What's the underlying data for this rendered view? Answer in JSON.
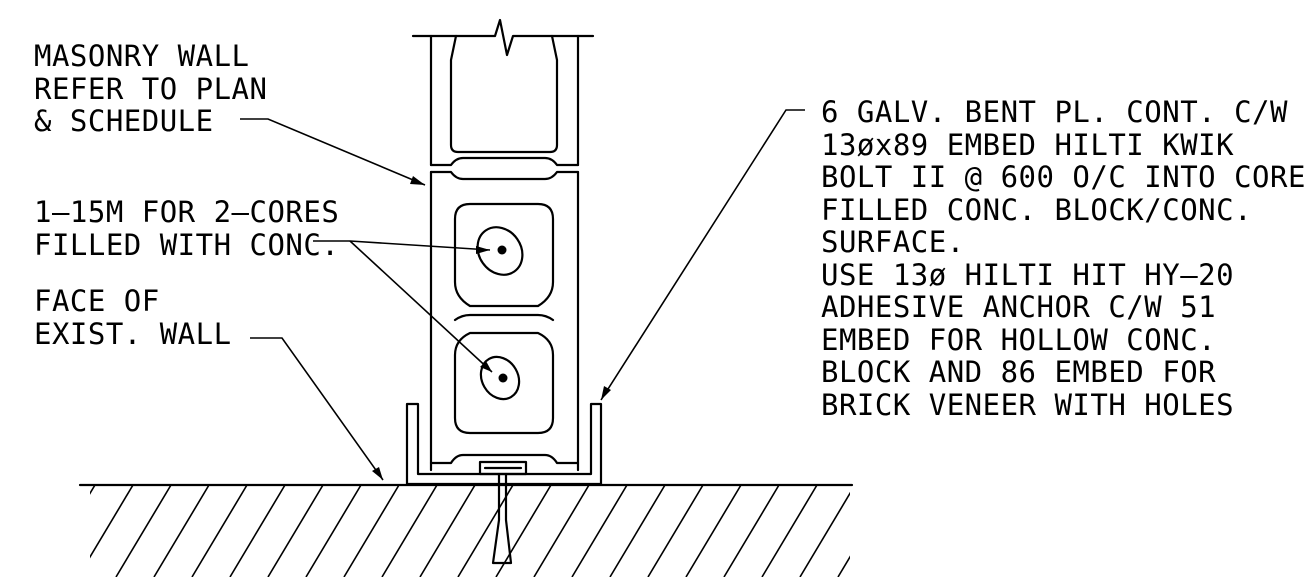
{
  "notes": {
    "masonry_wall": [
      "MASONRY WALL",
      "REFER TO PLAN",
      "& SCHEDULE"
    ],
    "rebar": [
      "1–15M FOR 2–CORES",
      "FILLED WITH CONC."
    ],
    "existing_wall": [
      "FACE OF",
      "EXIST. WALL"
    ],
    "bent_plate": [
      "6 GALV. BENT PL. CONT. C/W",
      "13øx89 EMBED HILTI KWIK",
      "BOLT II @ 600 O/C INTO CORE",
      "FILLED CONC. BLOCK/CONC.",
      "SURFACE.",
      "USE 13ø HILTI HIT HY–20",
      "ADHESIVE ANCHOR C/W 51",
      "EMBED FOR HOLLOW CONC.",
      "BLOCK AND 86 EMBED FOR",
      "BRICK VENEER WITH HOLES"
    ]
  }
}
